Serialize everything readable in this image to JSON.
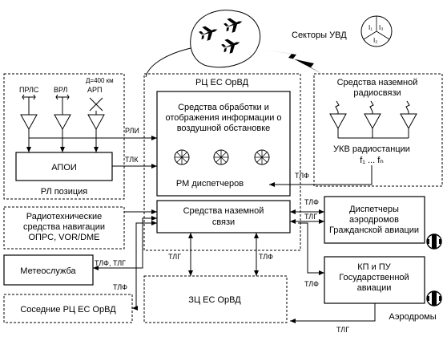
{
  "sectors": {
    "label": "Секторы УВД",
    "circle_labels": [
      "I₁",
      "I₂",
      "I₃"
    ]
  },
  "rl_position": {
    "label": "РЛ позиция",
    "range": "Д=400 км",
    "radars": [
      "ПРЛС",
      "ВРЛ",
      "АРП"
    ],
    "apoi": "АПОИ"
  },
  "rc": {
    "title": "РЦ ЕС ОрВД",
    "processing": [
      "Средства обработки и",
      "отображения информации о",
      "воздушной обстановке"
    ],
    "rm": "РМ диспетчеров",
    "ground_comm": [
      "Средства наземной",
      "связи"
    ]
  },
  "radio": {
    "title": [
      "Средства наземной",
      "радиосвязи"
    ],
    "ukv": "УКВ радиостанции",
    "freq": "f₁ ... fₙ"
  },
  "nav": {
    "lines": [
      "Радиотехнические",
      "средства навигации",
      "ОПРС, VOR/DME"
    ]
  },
  "meteo": "Метеослужба",
  "neighbors": "Соседние РЦ  ЕС ОрВД",
  "zc": "ЗЦ ЕС ОрВД",
  "civil": [
    "Диспетчеры",
    "аэродромов",
    "Гражданской авиации"
  ],
  "state": [
    "КП и ПУ",
    "Государственной",
    "авиации"
  ],
  "aerodromes": "Аэродромы",
  "links": {
    "rli": "РЛИ",
    "tlk": "ТЛК",
    "tlf": "ТЛФ",
    "tlg": "ТЛГ",
    "tlf_tlg": "ТЛФ, ТЛГ"
  }
}
